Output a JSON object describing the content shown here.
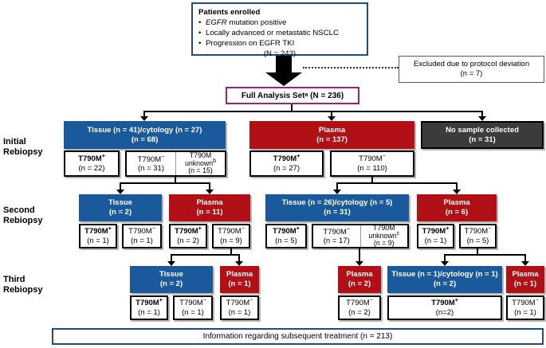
{
  "colors": {
    "tissue_blue": "#1a5a9c",
    "plasma_red": "#b11116",
    "no_sample_gray": "#3b3b3b",
    "outline_navy": "#1f4e79",
    "fas_purple": "#a0246b"
  },
  "top": {
    "title": "Patients enrolled",
    "bullet": "•",
    "b1_italic": "EGFR",
    "b1_rest": " mutation positive",
    "b2": "Locally advanced or metastatic NSCLC",
    "b3": "Progression on EGFR TKI",
    "n": "(N = 243)"
  },
  "excluded": {
    "line1": "Excluded due to protocol deviation",
    "line2": "(n = 7)"
  },
  "fas": {
    "label": "Full Analysis Set",
    "sup": "a",
    "n": " (N = 236)"
  },
  "row_labels": {
    "initial": {
      "l1": "Initial",
      "l2": "Rebiopsy"
    },
    "second": {
      "l1": "Second",
      "l2": "Rebiopsy"
    },
    "third": {
      "l1": "Third",
      "l2": "Rebiopsy"
    }
  },
  "initial": {
    "tissue": {
      "l1": "Tissue (n = 41)/cytology (n = 27)",
      "l2": "(n = 68)"
    },
    "tissue_pos": {
      "t": "T790M",
      "s": "+",
      "n": "(n = 22)"
    },
    "tissue_neg": {
      "t": "T790M",
      "s": "−",
      "n": "(n = 31)"
    },
    "tissue_unk": {
      "t": "T790M",
      "t2": "unknown",
      "s": "b",
      "n": "(n = 15)"
    },
    "plasma": {
      "l1": "Plasma",
      "l2": "(n = 137)"
    },
    "plasma_pos": {
      "t": "T790M",
      "s": "+",
      "n": "(n = 27)"
    },
    "plasma_neg": {
      "t": "T790M",
      "s": "−",
      "n": "(n = 110)"
    },
    "no_sample": {
      "l1": "No sample collected",
      "l2": "(n = 31)"
    }
  },
  "second": {
    "tissue": {
      "l1": "Tissue",
      "l2": "(n = 2)"
    },
    "tissue_pos": {
      "t": "T790M",
      "s": "+",
      "n": "(n = 1)"
    },
    "tissue_neg": {
      "t": "T790M",
      "s": "−",
      "n": "(n = 1)"
    },
    "plasma": {
      "l1": "Plasma",
      "l2": "(n = 11)"
    },
    "plasma_pos": {
      "t": "T790M",
      "s": "+",
      "n": "(n = 2)"
    },
    "plasma_neg": {
      "t": "T790M",
      "s": "−",
      "n": "(n = 9)"
    },
    "tissue2": {
      "l1": "Tissue (n = 26)/cytology (n = 5)",
      "l2": "(n = 31)"
    },
    "tissue2_pos": {
      "t": "T790M",
      "s": "+",
      "n": "(n = 5)"
    },
    "tissue2_neg": {
      "t": "T790M",
      "s": "−",
      "n": "(n = 17)"
    },
    "tissue2_unk": {
      "t": "T790M",
      "t2": "unknown",
      "s": "c",
      "n": "(n = 9)"
    },
    "plasma2": {
      "l1": "Plasma",
      "l2": "(n = 6)"
    },
    "plasma2_pos": {
      "t": "T790M",
      "s": "+",
      "n": "(n = 1)"
    },
    "plasma2_neg": {
      "t": "T790M",
      "s": "−",
      "n": "(n = 5)"
    }
  },
  "third": {
    "tissue": {
      "l1": "Tissue",
      "l2": "(n = 2)"
    },
    "tissue_pos": {
      "t": "T790M",
      "s": "+",
      "n": "(n = 1)"
    },
    "tissue_neg": {
      "t": "T790M",
      "s": "−",
      "n": "(n = 1)"
    },
    "plasma_a": {
      "l1": "Plasma",
      "l2": "(n = 1)"
    },
    "plasma_a_neg": {
      "t": "T790M",
      "s": "−",
      "n": "(n = 1)"
    },
    "plasma_b": {
      "l1": "Plasma",
      "l2": "(n = 2)"
    },
    "plasma_b_neg": {
      "t": "T790M",
      "s": "−",
      "n": "(n = 2)"
    },
    "tissue_b": {
      "l1": "Tissue (n = 1)/cytology (n = 1)",
      "l2": "(n = 2)"
    },
    "tissue_b_pos": {
      "t": "T790M",
      "s": "+",
      "n": "(n=2)"
    },
    "plasma_c": {
      "l1": "Plasma",
      "l2": "(n = 1)"
    },
    "plasma_c_neg": {
      "t": "T790M",
      "s": "−",
      "n": "(n = 1)"
    }
  },
  "bottom": {
    "label": "Information regarding subsequent treatment (n = 213)"
  }
}
